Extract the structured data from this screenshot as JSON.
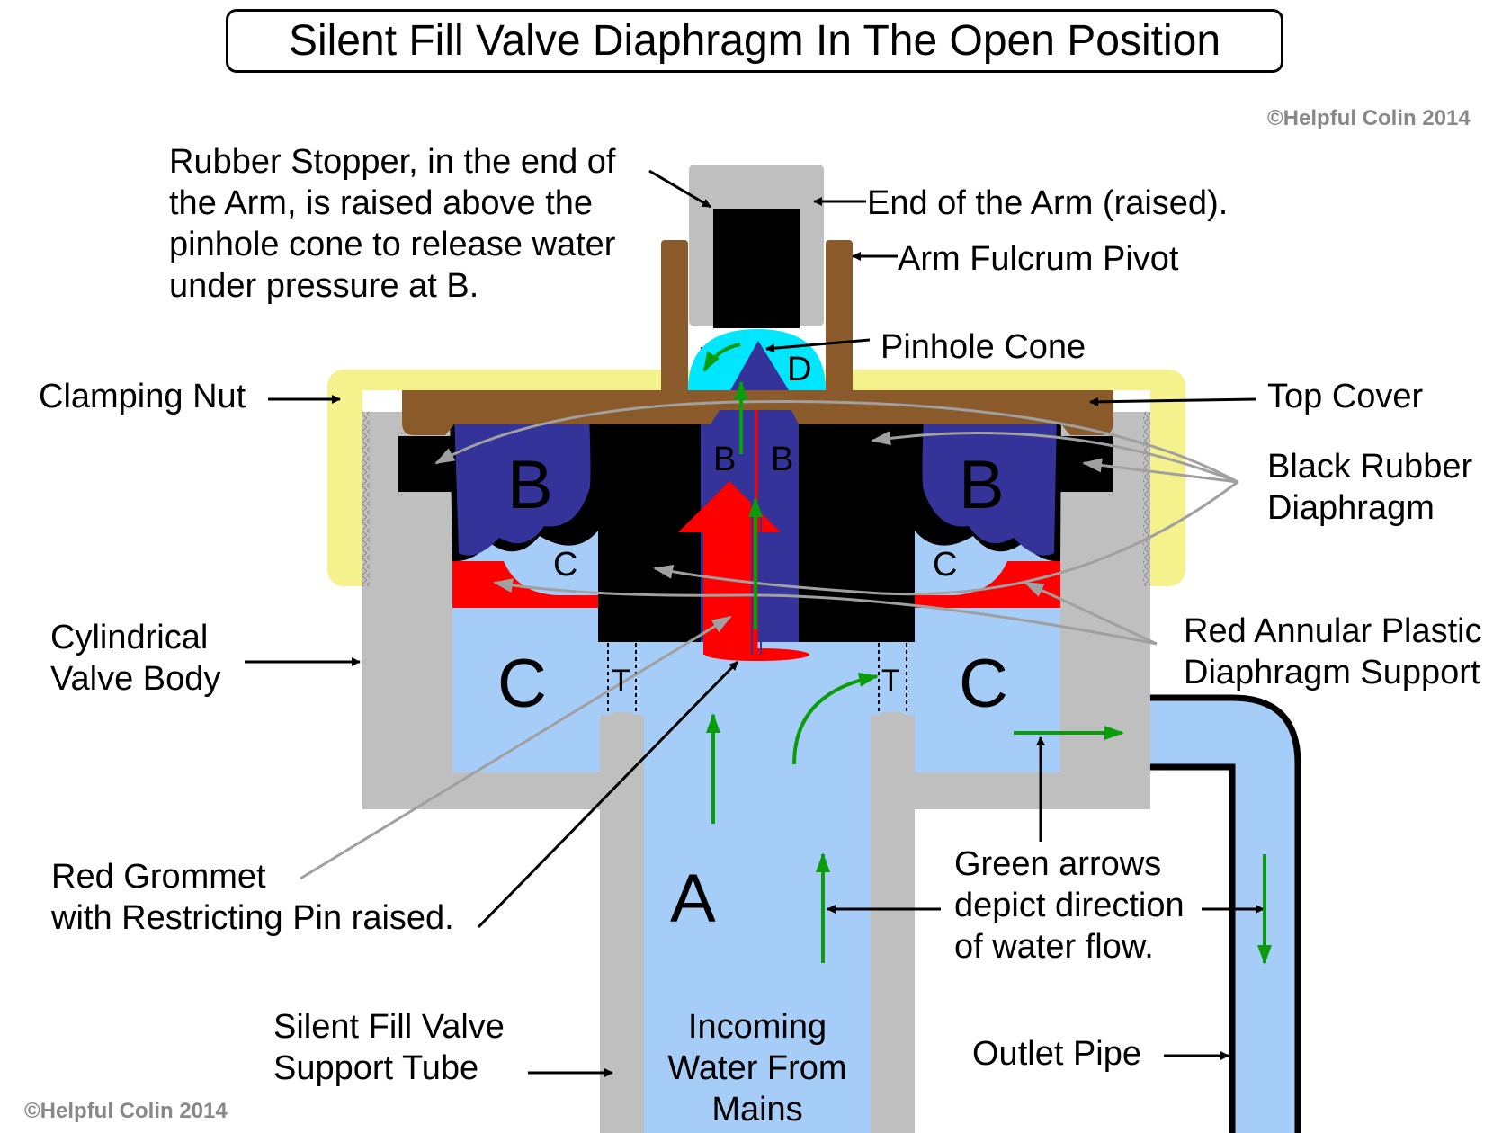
{
  "title": "Silent Fill Valve Diaphragm In The Open Position",
  "copyright_top": "©Helpful Colin 2014",
  "copyright_bottom": "©Helpful Colin 2014",
  "labels": {
    "rubber_stopper": [
      "Rubber Stopper, in the end of",
      "the Arm, is raised above the",
      "pinhole cone to release water",
      "under pressure at B."
    ],
    "end_of_arm": "End of the Arm (raised).",
    "arm_fulcrum": "Arm Fulcrum Pivot",
    "pinhole_cone": "Pinhole Cone",
    "clamping_nut": "Clamping Nut",
    "top_cover": "Top Cover",
    "black_rubber_diaphragm": [
      "Black Rubber",
      "Diaphragm"
    ],
    "red_annular_support": [
      "Red Annular Plastic",
      "Diaphragm Support"
    ],
    "cylindrical_valve_body": [
      "Cylindrical",
      "Valve Body"
    ],
    "red_grommet": [
      "Red Grommet",
      "with Restricting Pin raised."
    ],
    "green_arrows": [
      "Green arrows",
      "depict direction",
      "of water flow."
    ],
    "support_tube": [
      "Silent Fill Valve",
      "Support Tube"
    ],
    "incoming_water": [
      "Incoming",
      "Water From",
      "Mains"
    ],
    "outlet_pipe": "Outlet Pipe"
  },
  "region_letters": {
    "a": "A",
    "b_left": "B",
    "b_right": "B",
    "b_small_left": "B",
    "b_small_right": "B",
    "c_big_left": "C",
    "c_big_right": "C",
    "c_small_left": "C",
    "c_small_right": "C",
    "d": "D",
    "t_left": "T",
    "t_right": "T"
  },
  "colors": {
    "water": "#a6cdf7",
    "valve_body": "#bfbfbf",
    "clamping_nut": "#f5f18c",
    "top_cover": "#8b5a2b",
    "diaphragm": "#000000",
    "pressure_chamber": "#33339a",
    "annular_support": "#ff0000",
    "flow_arrow": "#0a9c0a",
    "cone_dome": "#00e6ff",
    "leader_grey": "#a0a0a0"
  }
}
